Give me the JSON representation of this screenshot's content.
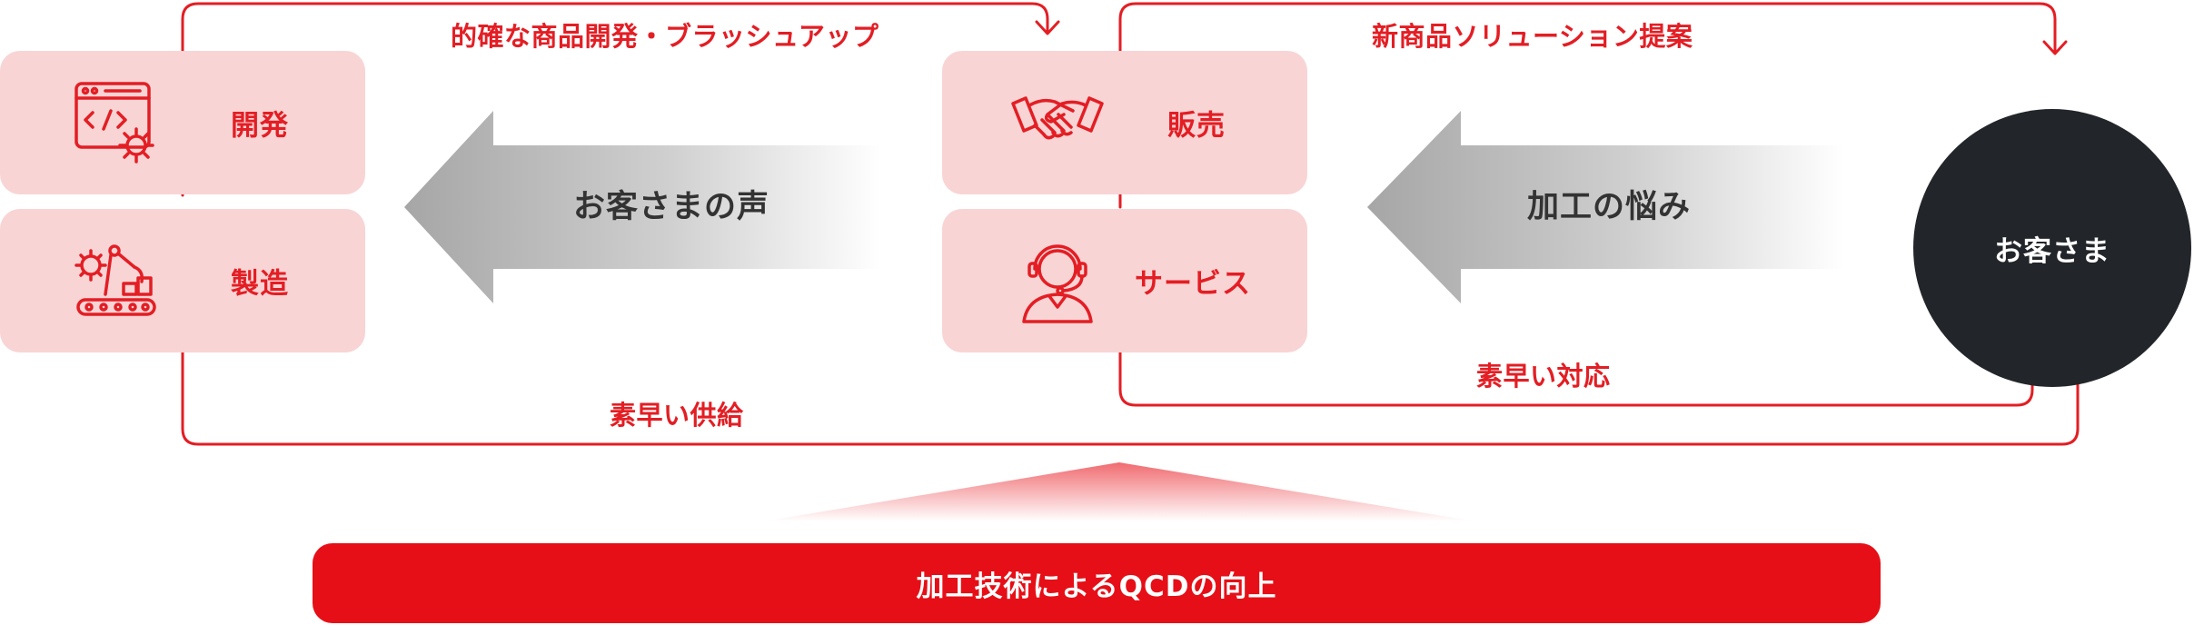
{
  "colors": {
    "accent": "#e31e24",
    "box_fill": "#f9d4d5",
    "circle_fill": "#222529",
    "bar_fill": "#e60f17",
    "arrow_gray": "#a6a6a6"
  },
  "boxes": {
    "development": {
      "label": "開発",
      "icon": "code-window-gear-icon"
    },
    "manufacturing": {
      "label": "製造",
      "icon": "robot-arm-conveyor-icon"
    },
    "sales": {
      "label": "販売",
      "icon": "handshake-icon"
    },
    "service": {
      "label": "サービス",
      "icon": "headset-operator-icon"
    }
  },
  "customer": {
    "label": "お客さま"
  },
  "flows": {
    "top_left": "的確な商品開発・ブラッシュアップ",
    "top_right": "新商品ソリューション提案",
    "bottom_right": "素早い対応",
    "bottom_long": "素早い供給"
  },
  "arrows": {
    "left": "お客さまの声",
    "right": "加工の悩み"
  },
  "foundation": {
    "label": "加工技術によるQCDの向上"
  }
}
